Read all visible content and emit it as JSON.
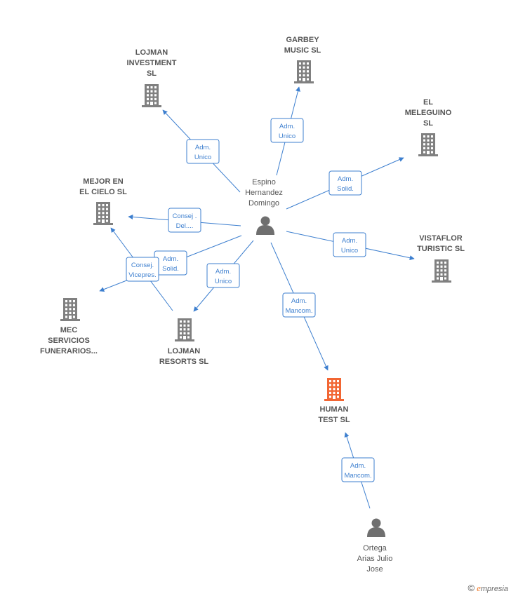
{
  "colors": {
    "edge": "#3d7fcf",
    "building": "#808080",
    "highlight": "#f26633",
    "person": "#6f6f6f"
  },
  "nodes": [
    {
      "id": "lojman_investment",
      "type": "company",
      "label": [
        "LOJMAN",
        "INVESTMENT",
        "SL"
      ]
    },
    {
      "id": "garbey_music",
      "type": "company",
      "label": [
        "GARBEY",
        "MUSIC SL"
      ]
    },
    {
      "id": "el_meleguino",
      "type": "company",
      "label": [
        "EL",
        "MELEGUINO",
        "SL"
      ]
    },
    {
      "id": "mejor_en_el_cielo",
      "type": "company",
      "label": [
        "MEJOR EN",
        "EL CIELO SL"
      ]
    },
    {
      "id": "vistaflor",
      "type": "company",
      "label": [
        "VISTAFLOR",
        "TURISTIC SL"
      ]
    },
    {
      "id": "mec_servicios",
      "type": "company",
      "label": [
        "MEC",
        "SERVICIOS",
        "FUNERARIOS..."
      ]
    },
    {
      "id": "lojman_resorts",
      "type": "company",
      "label": [
        "LOJMAN",
        "RESORTS SL"
      ]
    },
    {
      "id": "human_test",
      "type": "highlight",
      "label": [
        "HUMAN",
        "TEST SL"
      ]
    },
    {
      "id": "espino",
      "type": "person",
      "label": [
        "Espino",
        "Hernandez",
        "Domingo"
      ]
    },
    {
      "id": "ortega",
      "type": "person",
      "label": [
        "Ortega",
        "Arias Julio",
        "Jose"
      ]
    }
  ],
  "edges": [
    {
      "from": "espino",
      "to": "lojman_investment",
      "label": [
        "Adm.",
        "Unico"
      ]
    },
    {
      "from": "espino",
      "to": "garbey_music",
      "label": [
        "Adm.",
        "Unico"
      ]
    },
    {
      "from": "espino",
      "to": "el_meleguino",
      "label": [
        "Adm.",
        "Solid."
      ]
    },
    {
      "from": "espino",
      "to": "mejor_en_el_cielo",
      "label": [
        "Consej .",
        "Del...."
      ]
    },
    {
      "from": "espino",
      "to": "vistaflor",
      "label": [
        "Adm.",
        "Unico"
      ]
    },
    {
      "from": "espino",
      "to": "mec_servicios",
      "label": [
        "Adm.",
        "Solid."
      ]
    },
    {
      "from": "espino",
      "to": "mec_servicios",
      "label": [
        "Consej.",
        "Vicepres."
      ]
    },
    {
      "from": "espino",
      "to": "lojman_resorts",
      "label": [
        "Adm.",
        "Unico"
      ]
    },
    {
      "from": "espino",
      "to": "human_test",
      "label": [
        "Adm.",
        "Mancom."
      ]
    },
    {
      "from": "ortega",
      "to": "human_test",
      "label": [
        "Adm.",
        "Mancom."
      ]
    }
  ],
  "brand": {
    "copyright": "©",
    "initial": "e",
    "rest": "mpresia"
  }
}
